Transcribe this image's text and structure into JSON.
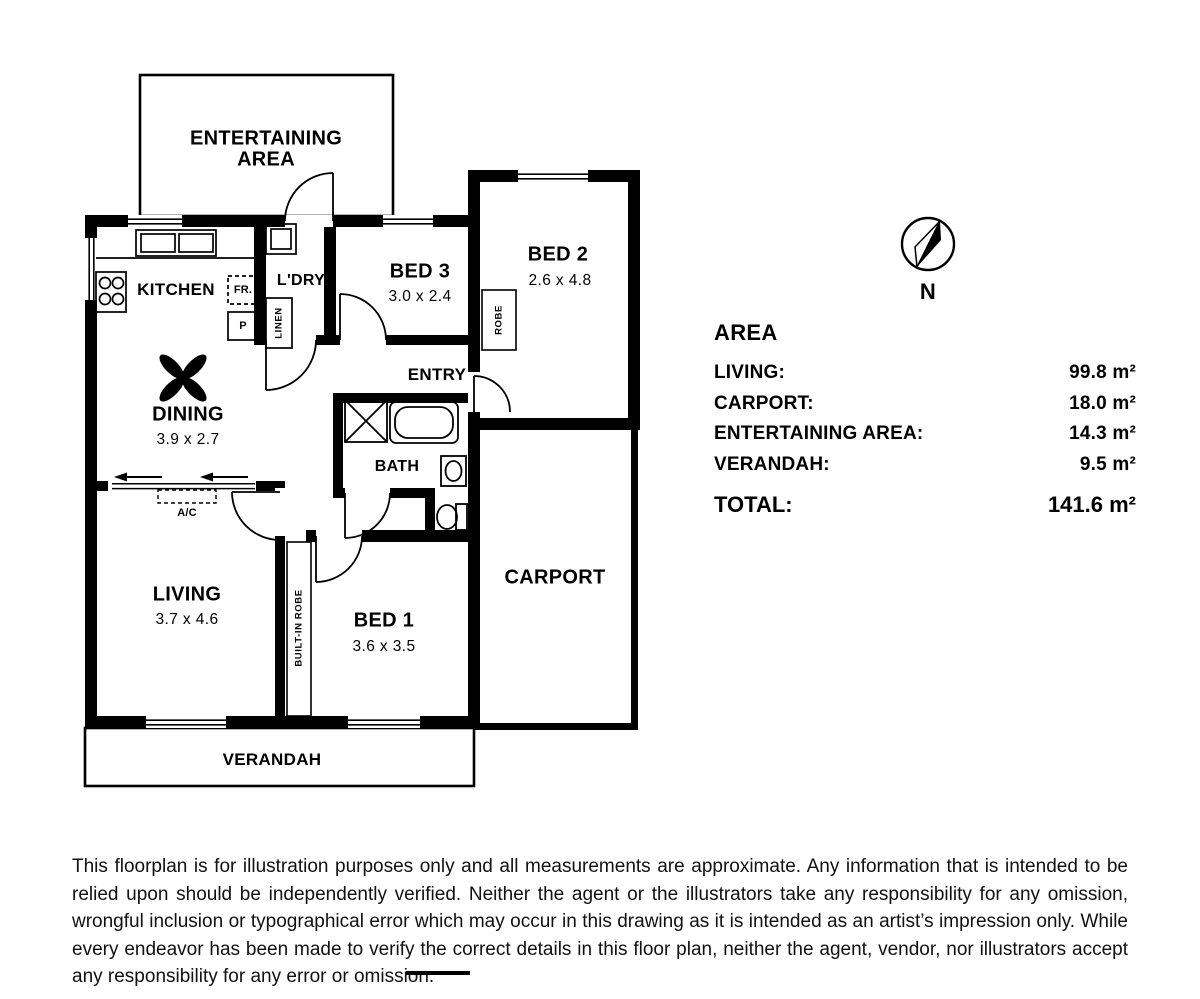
{
  "plan": {
    "labels": {
      "entertaining_1": "ENTERTAINING",
      "entertaining_2": "AREA",
      "kitchen": "KITCHEN",
      "fridge": "FR.",
      "pantry": "P",
      "laundry": "L'DRY",
      "linen": "LINEN",
      "bed3": "BED 3",
      "bed3_dims": "3.0 x 2.4",
      "bed2": "BED 2",
      "bed2_dims": "2.6 x 4.8",
      "robe": "ROBE",
      "entry": "ENTRY",
      "dining": "DINING",
      "dining_dims": "3.9 x 2.7",
      "bath": "BATH",
      "ac": "A/C",
      "living": "LIVING",
      "living_dims": "3.7 x 4.6",
      "built_in_robe": "BUILT-IN ROBE",
      "bed1": "BED 1",
      "bed1_dims": "3.6 x 3.5",
      "carport": "CARPORT",
      "verandah": "VERANDAH"
    },
    "compass_label": "N"
  },
  "area_table": {
    "heading": "AREA",
    "rows": [
      {
        "label": "LIVING:",
        "value": "99.8 m²"
      },
      {
        "label": "CARPORT:",
        "value": "18.0 m²"
      },
      {
        "label": "ENTERTAINING AREA:",
        "value": "14.3 m²"
      },
      {
        "label": "VERANDAH:",
        "value": "9.5 m²"
      }
    ],
    "total": {
      "label": "TOTAL:",
      "value": "141.6 m²"
    }
  },
  "disclaimer": "This floorplan is for illustration purposes only and all measurements are approximate. Any information that is intended to be relied upon should be independently verified. Neither the agent or the illustrators take any responsibility for any omission, wrongful inclusion or typographical error which may occur in this drawing as it is intended as an artist’s impression only. While every endeavor has been made to verify the correct details in this floor plan, neither the agent, vendor, nor illustrators accept any responsibility for any error or omission."
}
